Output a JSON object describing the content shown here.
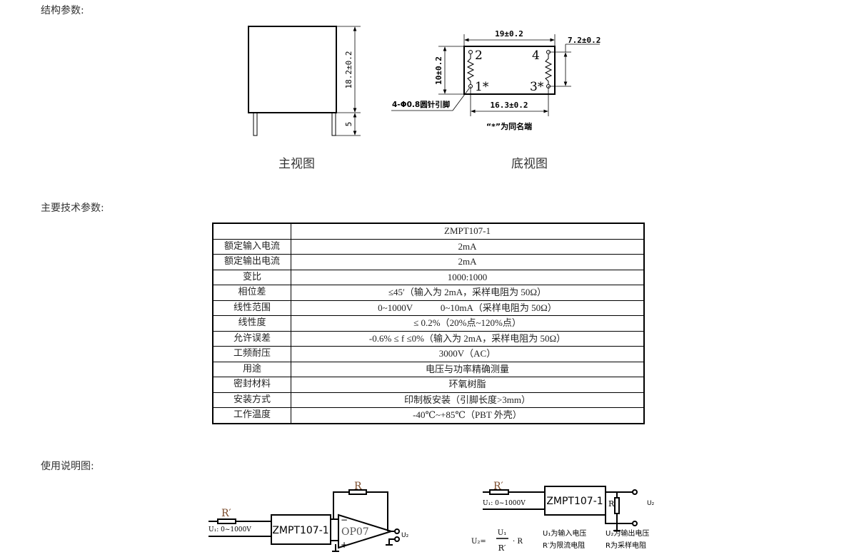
{
  "sections": {
    "structure": "结构参数:",
    "specs": "主要技术参数:",
    "usage": "使用说明图:"
  },
  "front_view": {
    "caption": "主视图",
    "height_dim": "18.2±0.2",
    "pin_dim": "5"
  },
  "bottom_view": {
    "caption": "底视图",
    "width_dim": "19±0.2",
    "height_dim": "10±0.2",
    "right_dim": "7.2±0.2",
    "pin_span_dim": "16.3±0.2",
    "pin_note": "4-Φ0.8圆针引脚",
    "dot_note": "“*”为同名端",
    "pins": [
      "2",
      "4",
      "1*",
      "3*"
    ]
  },
  "spec_table": {
    "header": {
      "key": "",
      "value": "ZMPT107-1"
    },
    "rows": [
      {
        "key": "额定输入电流",
        "value": "2mA"
      },
      {
        "key": "额定输出电流",
        "value": "2mA"
      },
      {
        "key": "变比",
        "value": "1000:1000"
      },
      {
        "key": "相位差",
        "value": "≤45′（输入为 2mA，采样电阻为 50Ω）"
      },
      {
        "key": "线性范围",
        "value": "0~1000V            0~10mA（采样电阻为 50Ω）"
      },
      {
        "key": "线性度",
        "value": "≤ 0.2%（20%点~120%点）"
      },
      {
        "key": "允许误差",
        "value": "-0.6% ≤ f ≤0%（输入为 2mA，采样电阻为 50Ω）"
      },
      {
        "key": "工频耐压",
        "value": "3000V（AC）"
      },
      {
        "key": "用途",
        "value": "电压与功率精确测量"
      },
      {
        "key": "密封材料",
        "value": "环氧树脂"
      },
      {
        "key": "安装方式",
        "value": "印制板安装（引脚长度>3mm）"
      },
      {
        "key": "工作温度",
        "value": "-40℃~+85℃（PBT 外壳）"
      }
    ]
  },
  "circuit1": {
    "r_prime": "R′",
    "r": "R",
    "input": "U₁: 0~1000V",
    "module": "ZMPT107-1",
    "opamp": "OP07",
    "minus": "−",
    "plus": "+",
    "output": "U₂"
  },
  "circuit2": {
    "r_prime": "R′",
    "r": "R",
    "input": "U₁: 0~1000V",
    "module": "ZMPT107-1",
    "output": "U₂",
    "formula_lhs": "U₂=",
    "formula_num": "U₁",
    "formula_den": "R′",
    "formula_tail": "· R",
    "notes": [
      "U₁为输入电压",
      "R′为限流电阻",
      "U₂为输出电压",
      "R为采样电阻"
    ]
  }
}
